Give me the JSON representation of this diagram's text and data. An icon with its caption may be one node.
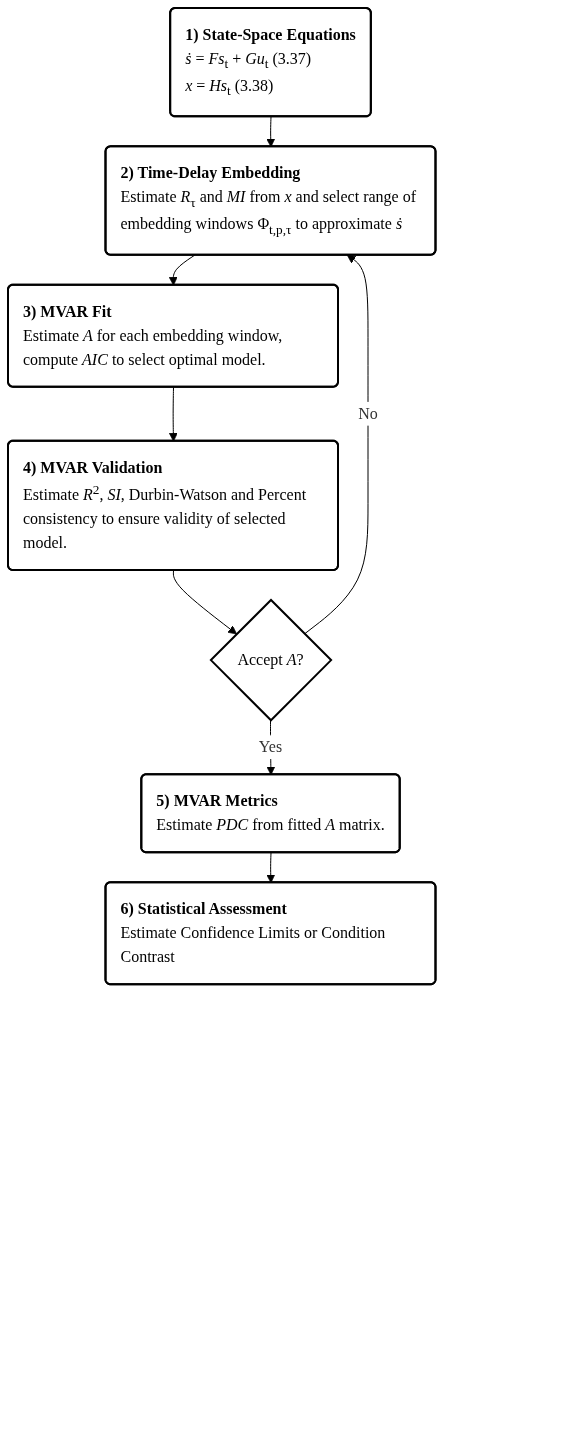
{
  "diagram": {
    "nodes": [
      {
        "text": [
          "1) State-Space Equations",
          "*ṡ* = *Fs*$_{t}$ + *Gu*$_{t}$ (3.37)",
          "*x* = *Hs*$_{t}$ (3.38)"
        ]
      },
      {
        "text": [
          "2) Time-Delay Embedding",
          "Estimate *R*$_{τ}$ and *MI* from *x* and select range of embedding windows Φ$_{t,p,τ}$ to approximate *ṡ*"
        ]
      },
      {
        "text": [
          "3) MVAR Fit",
          "Estimate *A* for each embedding window, compute *AIC* to select optimal model."
        ]
      },
      {
        "text": [
          "4) MVAR Validation",
          "Estimate *R*$^{2}$, *SI*, Durbin-Watson and Percent consistency to ensure validity of selected model."
        ]
      },
      {
        "text": [
          "Accept *A*?"
        ]
      },
      {
        "text": [
          "5) MVAR Metrics",
          "Estimate *PDC* from fitted *A* matrix."
        ]
      },
      {
        "text": [
          "6) Statistical Assessment",
          "Estimate Confidence Limits or Condition Contrast"
        ]
      }
    ],
    "edges": [
      {
        "from": 0,
        "to": 1,
        "arrow": "to"
      },
      {
        "from": 1,
        "to": 2,
        "arrow": "to"
      },
      {
        "from": 2,
        "to": 3,
        "arrow": "to"
      },
      {
        "from": 3,
        "to": 4,
        "arrow": "to"
      },
      {
        "from": 4,
        "to": 1,
        "arrow": "to",
        "label": "No"
      },
      {
        "from": 4,
        "to": 5,
        "arrow": "to",
        "label": "Yes"
      },
      {
        "from": 5,
        "to": 6,
        "arrow": "to"
      }
    ]
  }
}
